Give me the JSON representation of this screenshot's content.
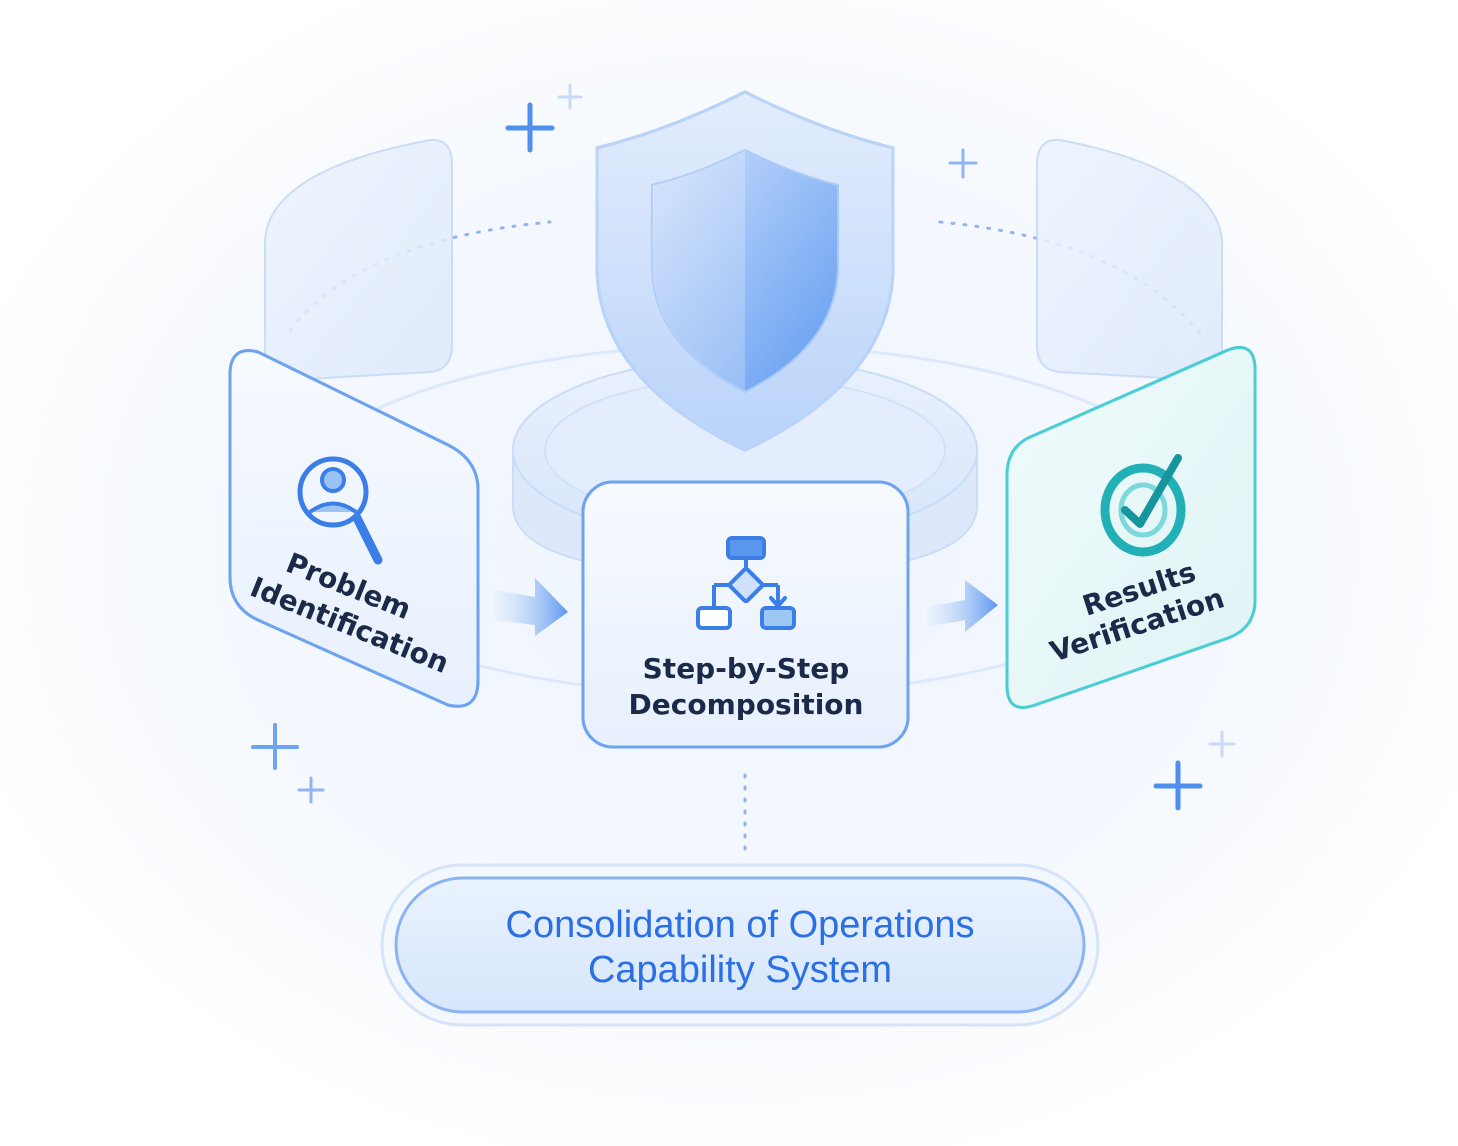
{
  "diagram": {
    "left_card": {
      "line1": "Problem",
      "line2": "Identification",
      "icon": "user-search-icon"
    },
    "center_card": {
      "line1": "Step-by-Step",
      "line2": "Decomposition",
      "icon": "flowchart-icon"
    },
    "right_card": {
      "line1": "Results",
      "line2": "Verification",
      "icon": "check-target-icon"
    },
    "center_top": {
      "icon": "shield-icon"
    },
    "bottom_pill": {
      "line1": "Consolidation of Operations",
      "line2": "Capability System"
    }
  },
  "colors": {
    "accent_blue": "#2a6fe6",
    "soft_blue": "#cfe1fb",
    "teal": "#2ec3c9",
    "text_dark": "#1d2b4a"
  }
}
